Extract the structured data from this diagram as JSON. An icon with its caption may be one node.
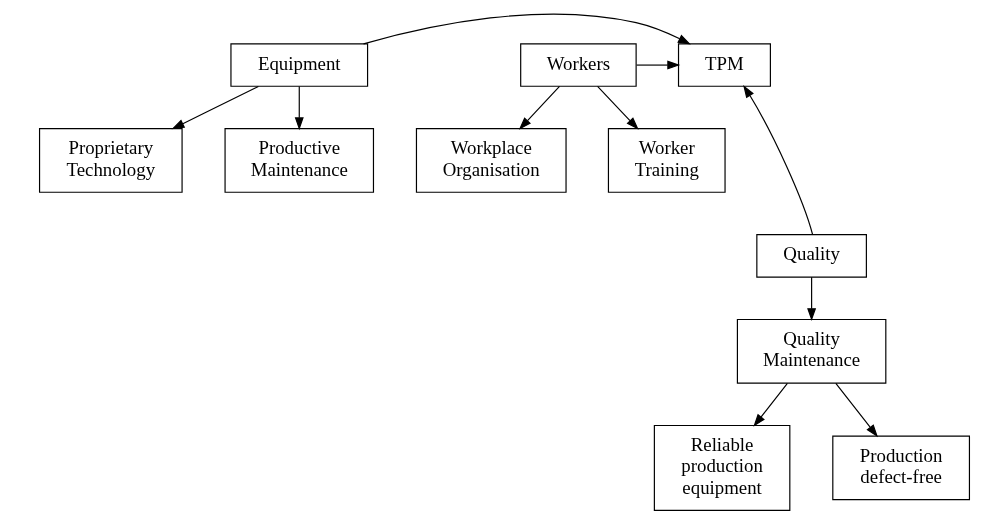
{
  "diagram": {
    "nodes": [
      {
        "text": [
          "Equipment"
        ]
      },
      {
        "text": [
          "TPM"
        ]
      },
      {
        "text": [
          "Workers"
        ]
      },
      {
        "text": [
          "Productive Maintenance"
        ]
      },
      {
        "text": [
          "Proprietary Technology"
        ]
      },
      {
        "text": [
          "Workplace Organisation"
        ]
      },
      {
        "text": [
          "Worker Training"
        ]
      },
      {
        "text": [
          "Quality"
        ]
      },
      {
        "text": [
          "Quality Maintenance"
        ]
      },
      {
        "text": [
          "Reliable production equipment"
        ]
      },
      {
        "text": [
          "Production defect-free"
        ]
      }
    ],
    "edges": [
      {
        "from": 0,
        "to": 1,
        "arrow": "to"
      },
      {
        "from": 2,
        "to": 1,
        "arrow": "to"
      },
      {
        "from": 0,
        "to": 3,
        "arrow": "to"
      },
      {
        "from": 0,
        "to": 4,
        "arrow": "to"
      },
      {
        "from": 2,
        "to": 5,
        "arrow": "to"
      },
      {
        "from": 2,
        "to": 6,
        "arrow": "to"
      },
      {
        "from": 7,
        "to": 1,
        "arrow": "to"
      },
      {
        "from": 7,
        "to": 8,
        "arrow": "to"
      },
      {
        "from": 8,
        "to": 9,
        "arrow": "to"
      },
      {
        "from": 8,
        "to": 10,
        "arrow": "to"
      }
    ]
  }
}
